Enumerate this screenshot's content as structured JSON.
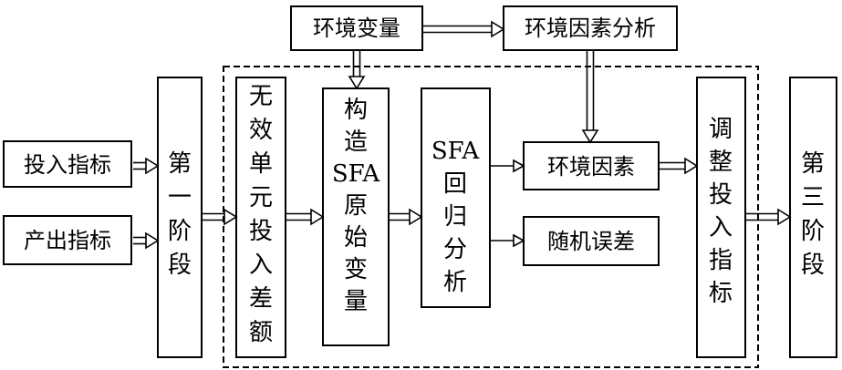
{
  "diagram": {
    "env_variables": "环境变量",
    "env_factor_analysis": "环境因素分析",
    "input_indicators": "投入指标",
    "output_indicators": "产出指标",
    "stage_one": "第一阶段",
    "slack_inputs": "无效单元投入差额",
    "construct_sfa_vars": "构造SFA原始变量",
    "sfa_regression": "SFA回归分析",
    "env_factors": "环境因素",
    "random_error": "随机误差",
    "adjust_inputs": "调整投入指标",
    "stage_three": "第三阶段"
  }
}
